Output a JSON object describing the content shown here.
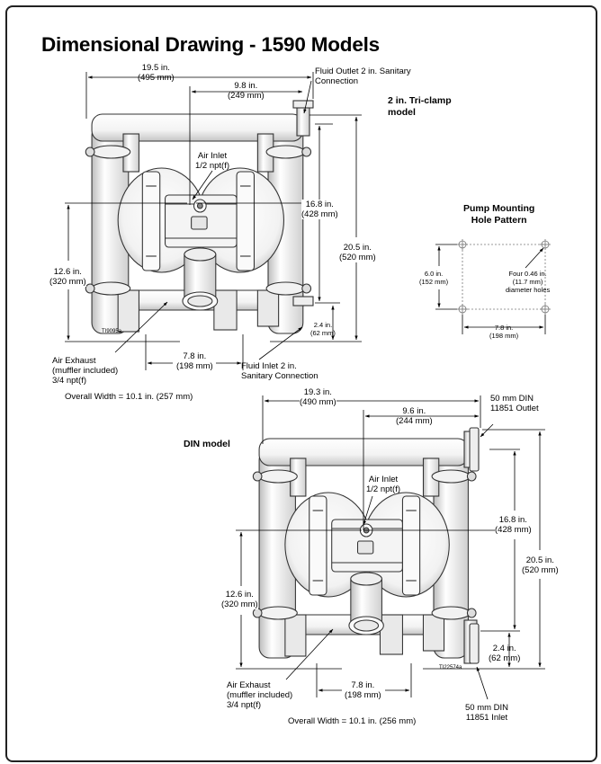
{
  "title": "Dimensional Drawing - 1590 Models",
  "triclamp": {
    "model_label": [
      "2 in. Tri-clamp",
      "model"
    ],
    "width_total": [
      "19.5 in.",
      "(495 mm)"
    ],
    "width_half": [
      "9.8 in.",
      "(249 mm)"
    ],
    "fluid_outlet": [
      "Fluid Outlet 2 in. Sanitary",
      "Connection"
    ],
    "air_inlet": [
      "Air Inlet",
      "1/2 npt(f)"
    ],
    "height_168": [
      "16.8 in.",
      "(428 mm)"
    ],
    "height_205": [
      "20.5 in.",
      "(520 mm)"
    ],
    "height_126": [
      "12.6 in.",
      "(320 mm)"
    ],
    "height_24": [
      "2.4 in.",
      "(62 mm)"
    ],
    "figure_id": "TI9095a",
    "air_exhaust": [
      "Air Exhaust",
      "(muffler included)",
      "3/4 npt(f)"
    ],
    "width_78": [
      "7.8 in.",
      "(198 mm)"
    ],
    "fluid_inlet": [
      "Fluid Inlet 2 in.",
      "Sanitary Connection"
    ],
    "overall_width": "Overall Width = 10.1 in. (257 mm)"
  },
  "mounting": {
    "heading": [
      "Pump Mounting",
      "Hole Pattern"
    ],
    "height": [
      "6.0 in.",
      "(152 mm)"
    ],
    "holes": [
      "Four 0.46 in.",
      "(11.7 mm)",
      "diameter holes"
    ],
    "width": [
      "7.8 in.",
      "(198 mm)"
    ]
  },
  "din": {
    "model_label": "DIN model",
    "width_total": [
      "19.3 in.",
      "(490 mm)"
    ],
    "width_half": [
      "9.6 in.",
      "(244 mm)"
    ],
    "outlet": [
      "50 mm DIN",
      "11851 Outlet"
    ],
    "air_inlet": [
      "Air Inlet",
      "1/2 npt(f)"
    ],
    "height_168": [
      "16.8 in.",
      "(428 mm)"
    ],
    "height_205": [
      "20.5 in.",
      "(520 mm)"
    ],
    "height_126": [
      "12.6 in.",
      "(320 mm)"
    ],
    "height_24": [
      "2.4 in.",
      "(62 mm)"
    ],
    "figure_id": "TI22574a",
    "air_exhaust": [
      "Air Exhaust",
      "(muffler included)",
      "3/4 npt(f)"
    ],
    "width_78": [
      "7.8 in.",
      "(198 mm)"
    ],
    "inlet": [
      "50 mm DIN",
      "11851 Inlet"
    ],
    "overall_width": "Overall Width = 10.1 in. (256 mm)"
  }
}
